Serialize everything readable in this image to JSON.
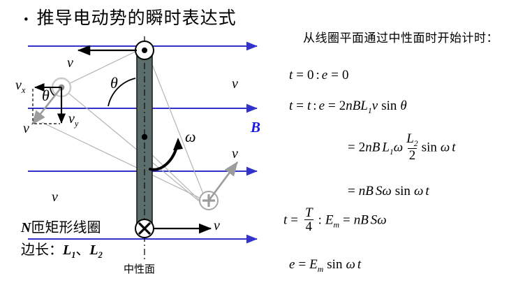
{
  "slide": {
    "title": {
      "bullet": "•",
      "text": "推导电动势的瞬时表达式"
    },
    "background_color": "#ffffff"
  },
  "colors": {
    "field_line": "#3333cc",
    "coil_bar": "#5c6e6b",
    "coil_bar_edge": "#1b1b1b",
    "guide_gray": "#9c9c9c",
    "vector_black": "#000000",
    "label_blue": "#1a1ae0"
  },
  "right_panel": {
    "intro_text": "从线圈平面通过中性面时开始计时：",
    "equations": [
      {
        "id": "eq-t0",
        "lhs": "t = 0 :",
        "rhs": "e = 0",
        "plain": "t = 0 : e = 0"
      },
      {
        "id": "eq-tt",
        "lhs": "t = t :",
        "rhs": "e = 2nBL₁v sin θ",
        "plain": "t = t : e = 2nBL1 v sin θ"
      },
      {
        "id": "eq-omega",
        "lhs": "=",
        "rhs": "2nBL₁ω (L₂/2) sin ωt",
        "plain": "= 2nBL1 ω L2/2 sin ω t"
      },
      {
        "id": "eq-nbs",
        "lhs": "=",
        "rhs": "nBSω sin ωt",
        "plain": "= nBSω sin ω t"
      },
      {
        "id": "eq-quarter",
        "lhs": "t = T/4 :",
        "rhs": "Em = nBSω",
        "plain": "t = T/4 : E_m = nBSω"
      },
      {
        "id": "eq-final",
        "lhs": "e =",
        "rhs": "Em sin ωt",
        "plain": "e = E_m sin ω t"
      }
    ],
    "symbols": {
      "t": "t",
      "e": "e",
      "n": "n",
      "B": "B",
      "S": "S",
      "T": "T",
      "E": "E",
      "L": "L",
      "v": "v",
      "sin": "sin",
      "omega": "ω",
      "theta": "θ",
      "zero": "0",
      "two": "2",
      "four": "4",
      "sub1": "1",
      "sub2": "2",
      "subm": "m",
      "equals": "=",
      "colon": ":"
    }
  },
  "diagram": {
    "caption_lines": [
      "N匝矩形线圈",
      "边长：L₁、L₂"
    ],
    "caption_coil": {
      "prefix_italic": "N",
      "text": "匝矩形线圈"
    },
    "caption_sides": {
      "label": "边长：",
      "side1": "L",
      "side1_sub": "1",
      "separator": "、",
      "side2": "L",
      "side2_sub": "2"
    },
    "neutral_plane_label": "中性面",
    "field_label": "B",
    "angular_velocity_label": "ω",
    "angle_labels": [
      "θ",
      "θ"
    ],
    "velocity_labels": {
      "v": "v",
      "vx": "v",
      "vx_sub": "x",
      "vy": "v",
      "vy_sub": "y"
    },
    "velocity_label_positions": [
      {
        "name": "v-top-left",
        "text": "v"
      },
      {
        "name": "v-right-upper",
        "text": "v"
      },
      {
        "name": "v-right-lower",
        "text": "v"
      },
      {
        "name": "v-lower-left",
        "text": "v"
      },
      {
        "name": "v-bottom",
        "text": "v"
      },
      {
        "name": "v-resultant",
        "text": "v"
      }
    ],
    "field_lines_count": 4,
    "charge_markers": [
      {
        "name": "dot-out-of-page-top",
        "glyph": "⊙"
      },
      {
        "name": "cross-into-page-bottom",
        "glyph": "⊗"
      },
      {
        "name": "dot-out-of-page-left",
        "glyph": "⊙"
      },
      {
        "name": "plus-charge-right",
        "glyph": "⊕"
      },
      {
        "name": "axis-dot-center",
        "glyph": "•"
      }
    ]
  }
}
